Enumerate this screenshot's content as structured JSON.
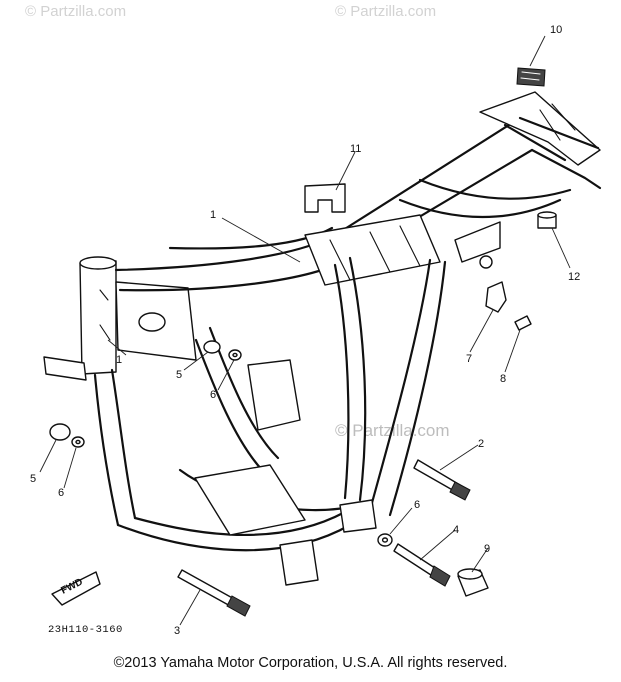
{
  "watermarks": [
    "© Partzilla.com",
    "© Partzilla.com",
    "© Partzilla.com"
  ],
  "fwd_label": "FWD",
  "diagram_code": "23H110-3160",
  "copyright": "©2013  Yamaha Motor Corporation, U.S.A. All rights reserved.",
  "callouts": [
    {
      "id": "c1a",
      "label": "1"
    },
    {
      "id": "c1b",
      "label": "1"
    },
    {
      "id": "c2",
      "label": "2"
    },
    {
      "id": "c3",
      "label": "3"
    },
    {
      "id": "c4",
      "label": "4"
    },
    {
      "id": "c5a",
      "label": "5"
    },
    {
      "id": "c5b",
      "label": "5"
    },
    {
      "id": "c6a",
      "label": "6"
    },
    {
      "id": "c6b",
      "label": "6"
    },
    {
      "id": "c6c",
      "label": "6"
    },
    {
      "id": "c7",
      "label": "7"
    },
    {
      "id": "c8",
      "label": "8"
    },
    {
      "id": "c9",
      "label": "9"
    },
    {
      "id": "c10",
      "label": "10"
    },
    {
      "id": "c11",
      "label": "11"
    },
    {
      "id": "c12",
      "label": "12"
    }
  ]
}
